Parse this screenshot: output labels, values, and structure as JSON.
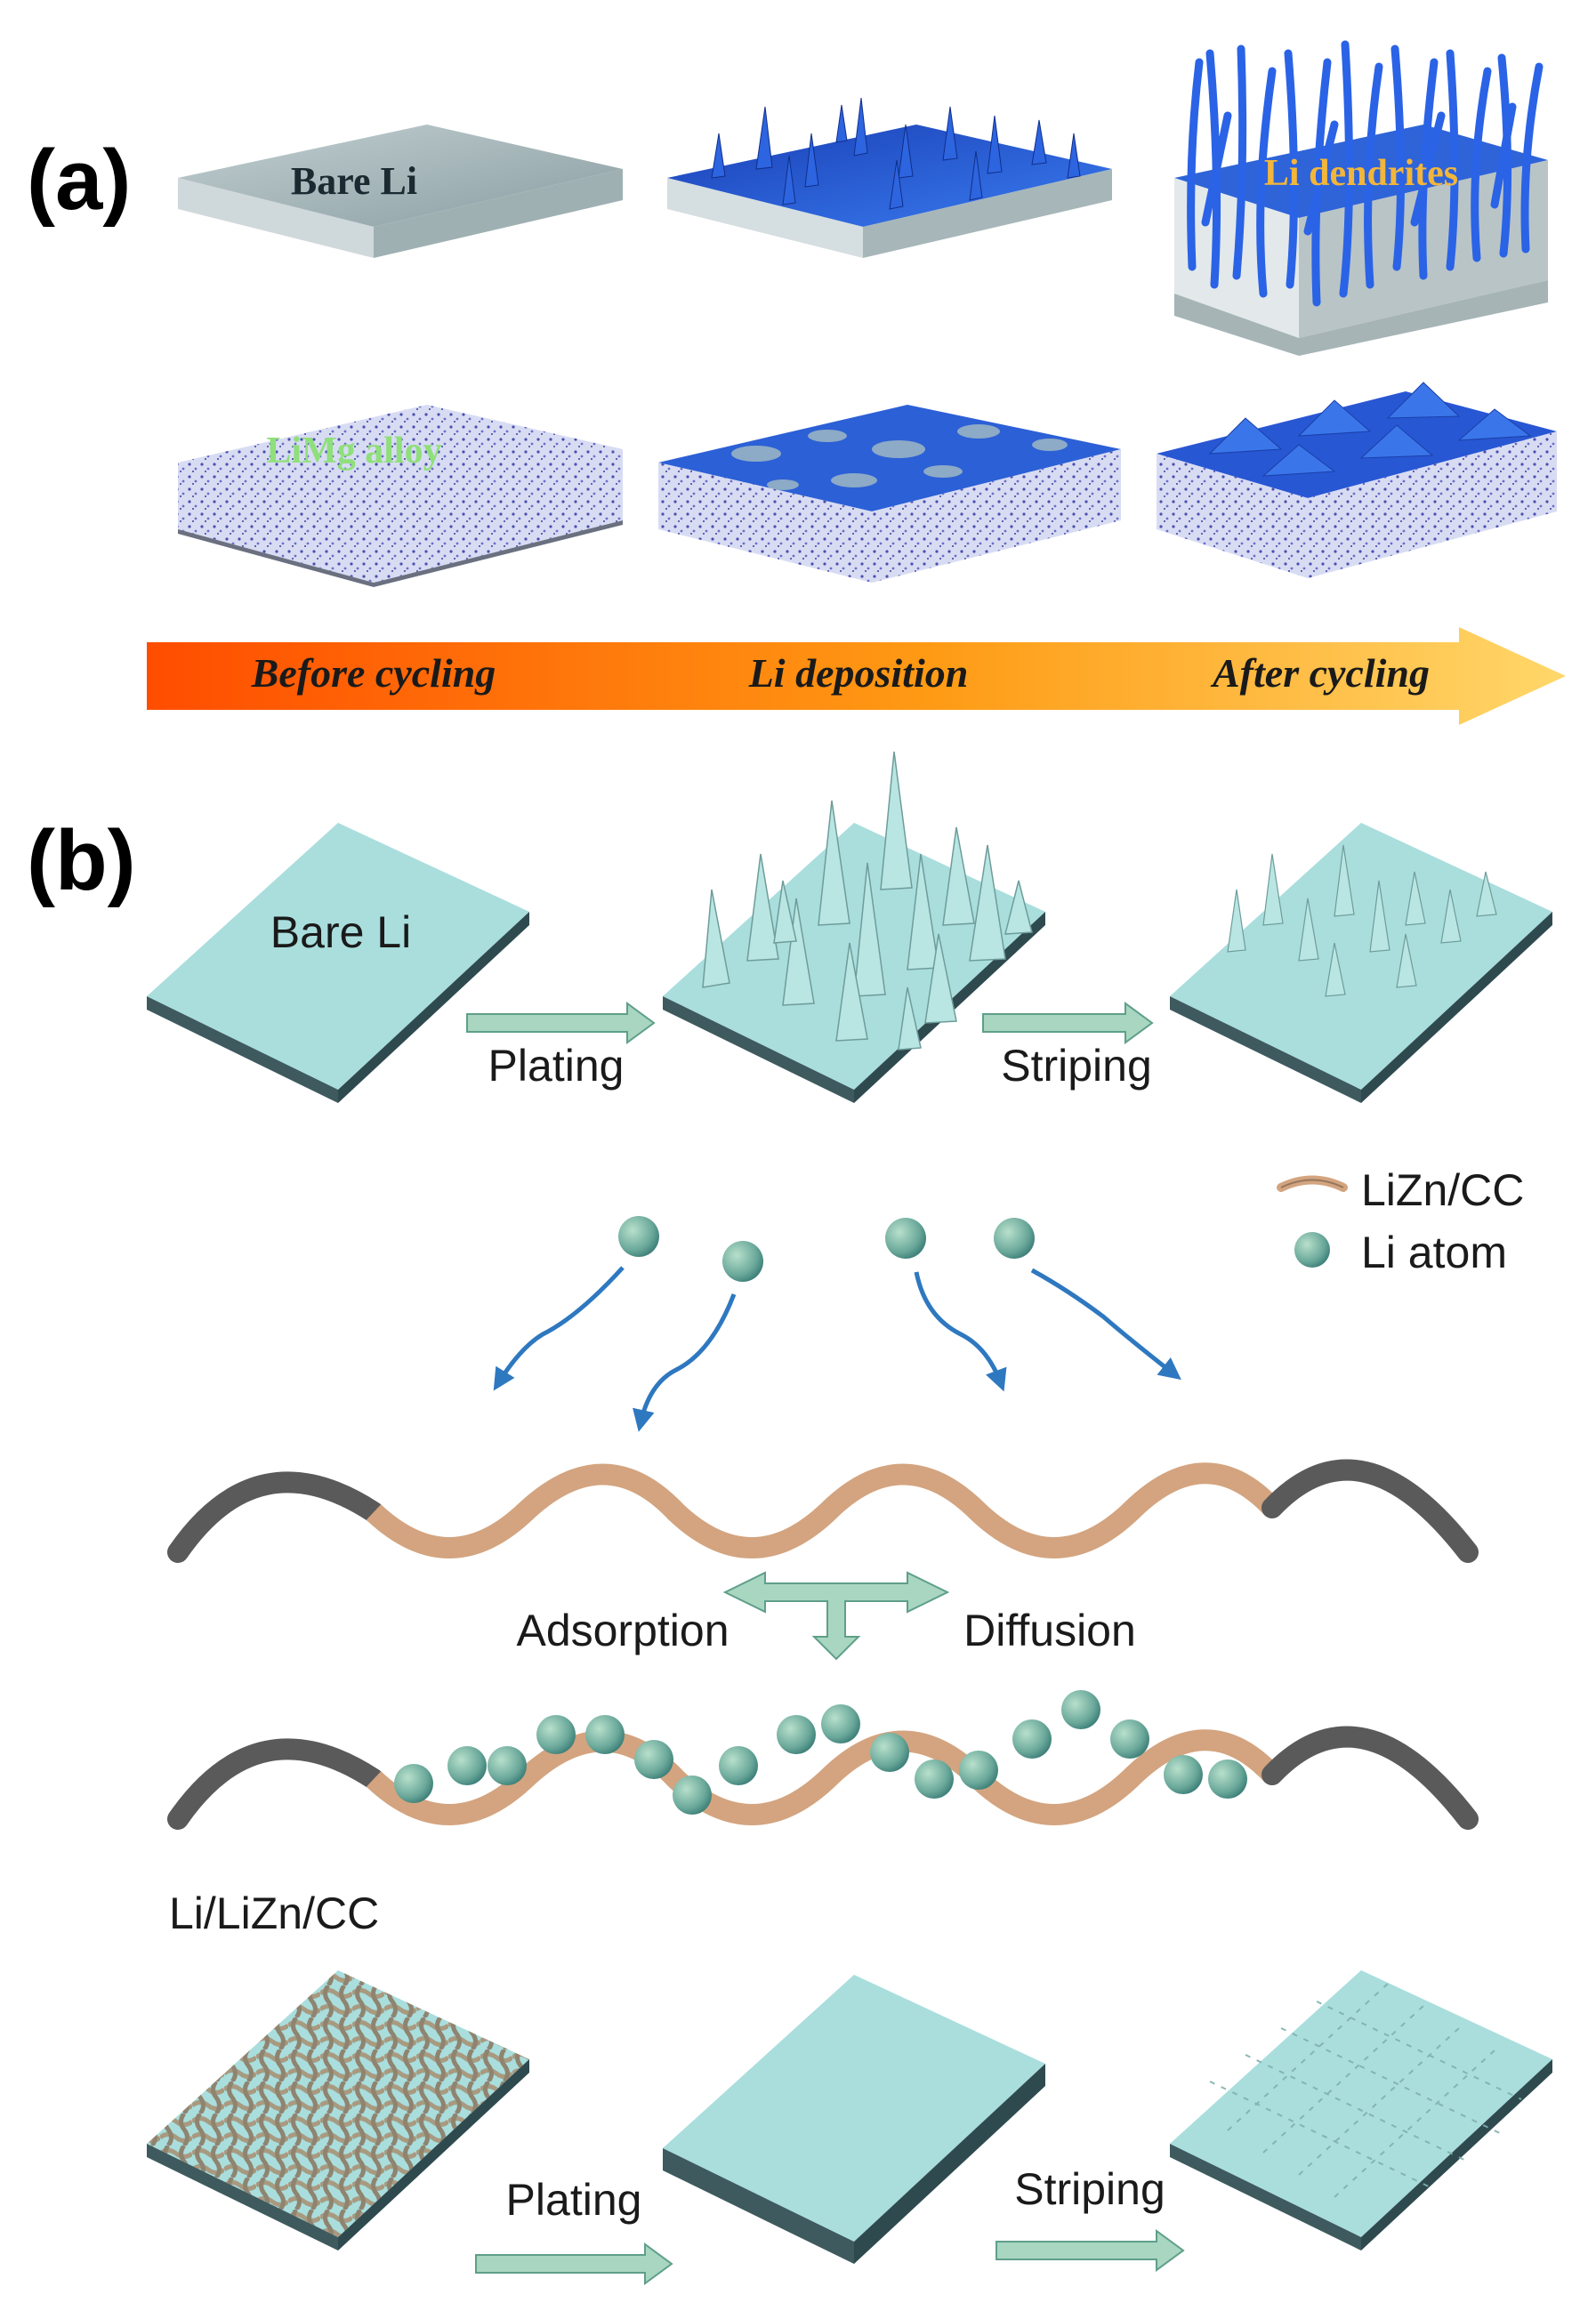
{
  "panel_a": {
    "label": "(a)",
    "bare_li": "Bare Li",
    "li_dendrites": "Li dendrites",
    "limg_alloy": "LiMg alloy",
    "stages": [
      "Before cycling",
      "Li deposition",
      "After cycling"
    ]
  },
  "panel_b": {
    "label": "(b)",
    "bare_li": "Bare Li",
    "plating": "Plating",
    "striping": "Striping",
    "legend": {
      "lizn_cc": "LiZn/CC",
      "li_atom": "Li atom"
    },
    "adsorption": "Adsorption",
    "diffusion": "Diffusion",
    "li_lizn_cc": "Li/LiZn/CC",
    "plating_2": "Plating",
    "striping_2": "Striping"
  },
  "colors": {
    "cyan_slab": "#a9dedd",
    "cyan_side": "#2f4a4f",
    "blue_li": "#2056d8",
    "grey_slab": "#a8b6b8",
    "lizn": "#d3a47f",
    "cc": "#5a5a5a",
    "arrow_green": "#a8d6c0",
    "curve_arrow": "#2e78c0",
    "orange_start": "#ff5a00",
    "orange_end": "#ffd36a"
  }
}
